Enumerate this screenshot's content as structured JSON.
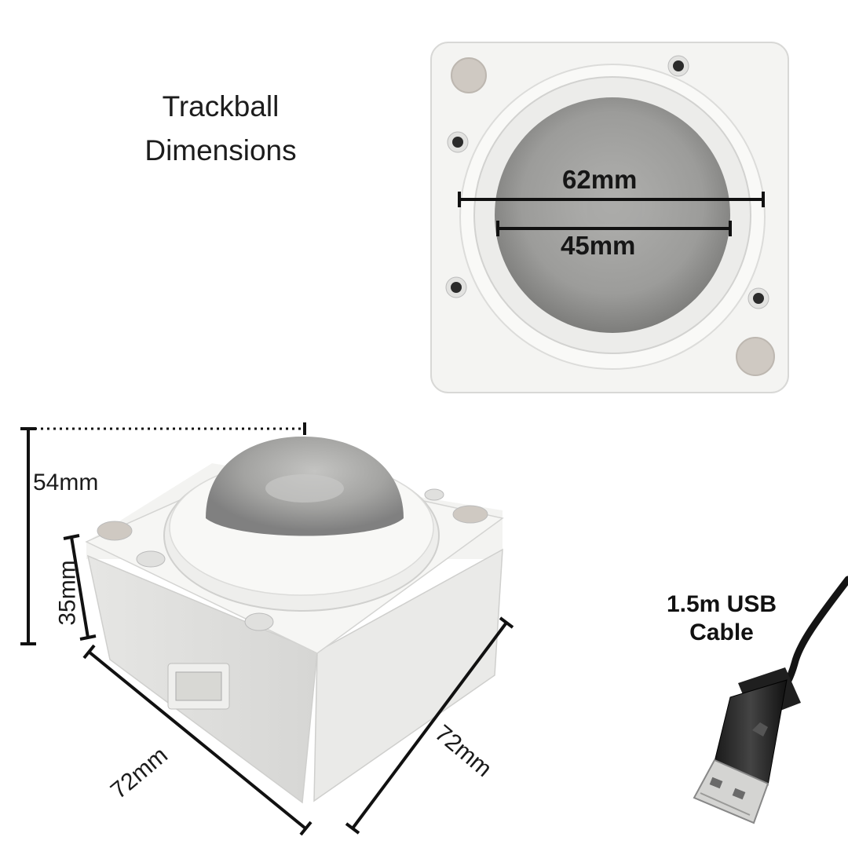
{
  "title": {
    "line1": "Trackball",
    "line2": "Dimensions"
  },
  "top_view": {
    "outer_ring": "62mm",
    "ball_opening": "45mm"
  },
  "side_view": {
    "height_total": "54mm",
    "height_base": "35mm",
    "depth": "72mm",
    "width": "72mm"
  },
  "cable": {
    "line1": "1.5m USB",
    "line2": "Cable"
  },
  "icons": [
    "trackball-top-view",
    "trackball-perspective-view",
    "usb-plug-icon"
  ],
  "colors": {
    "housing": "#f3f3f1",
    "ball": "#9a9a98",
    "measure_line": "#111111"
  }
}
